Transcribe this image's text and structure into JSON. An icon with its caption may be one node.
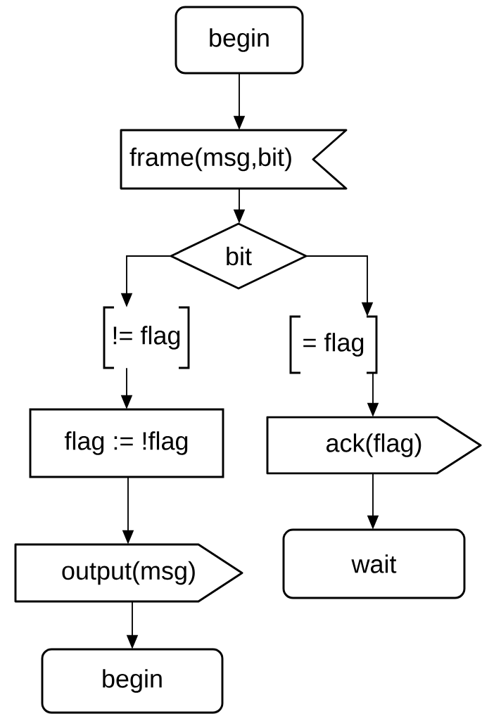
{
  "diagram": {
    "nodes": [
      {
        "text": [
          "begin"
        ]
      },
      {
        "text": [
          "frame(msg,bit)"
        ]
      },
      {
        "text": [
          "bit"
        ]
      },
      {
        "text": [
          "!= flag"
        ]
      },
      {
        "text": [
          "= flag"
        ]
      },
      {
        "text": [
          "flag := !flag"
        ]
      },
      {
        "text": [
          "ack(flag)"
        ]
      },
      {
        "text": [
          "output(msg)"
        ]
      },
      {
        "text": [
          "wait"
        ]
      },
      {
        "text": [
          "begin"
        ]
      }
    ],
    "edges": [
      {
        "from": 0,
        "to": 1,
        "arrow": "to"
      },
      {
        "from": 1,
        "to": 2,
        "arrow": "to"
      },
      {
        "from": 2,
        "to": 3,
        "arrow": "to"
      },
      {
        "from": 2,
        "to": 4,
        "arrow": "to"
      },
      {
        "from": 3,
        "to": 5,
        "arrow": "to"
      },
      {
        "from": 5,
        "to": 7,
        "arrow": "to"
      },
      {
        "from": 4,
        "to": 6,
        "arrow": "to"
      },
      {
        "from": 6,
        "to": 8,
        "arrow": "to"
      },
      {
        "from": 7,
        "to": 9,
        "arrow": "to"
      }
    ]
  }
}
